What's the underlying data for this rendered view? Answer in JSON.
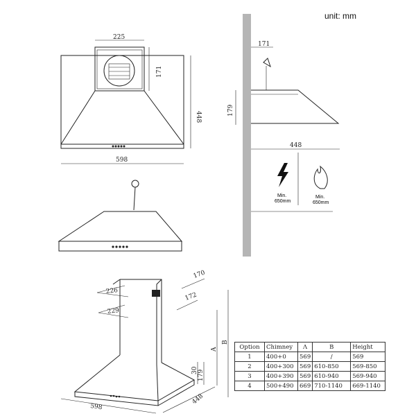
{
  "unit_label": "unit:  mm",
  "front_view": {
    "chimney_width": "225",
    "chimney_depth": "171",
    "height": "448",
    "width": "598"
  },
  "side_view": {
    "depth_top": "171",
    "height": "179",
    "depth": "448"
  },
  "clearance": {
    "electric": {
      "icon": "lightning-icon",
      "label": "Min.\n650mm"
    },
    "gas": {
      "icon": "flame-icon",
      "label": "Min.\n650mm"
    }
  },
  "perspective": {
    "top_width": "226",
    "top_depth": "170",
    "mid_width": "229",
    "mid_depth": "172",
    "a": "A",
    "b": "B",
    "rim": "30",
    "hood_height": "179",
    "width": "598",
    "depth": "448"
  },
  "table": {
    "headers": [
      "Option",
      "Chimney",
      "Λ",
      "B",
      "Height"
    ],
    "rows": [
      [
        "1",
        "400+0",
        "569",
        "/",
        "569"
      ],
      [
        "2",
        "400+300",
        "569",
        "610-850",
        "569-850"
      ],
      [
        "3",
        "400+390",
        "569",
        "610-940",
        "569-940"
      ],
      [
        "4",
        "500+490",
        "669",
        "710-1140",
        "669-1140"
      ]
    ]
  }
}
